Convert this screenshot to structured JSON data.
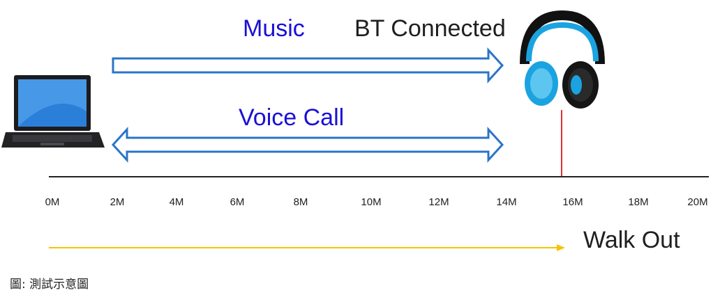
{
  "labels": {
    "music": "Music",
    "bt_connected": "BT Connected",
    "voice_call": "Voice Call",
    "walk_out": "Walk Out",
    "caption": "圖: 測試示意圖"
  },
  "axis": {
    "ticks": [
      "0M",
      "2M",
      "4M",
      "6M",
      "8M",
      "10M",
      "12M",
      "14M",
      "16M",
      "18M",
      "20M"
    ]
  },
  "colors": {
    "arrow_outline": "#2a74c8",
    "label_blue": "#1a10d6",
    "marker_red": "#e03030",
    "walk_arrow": "#f5c400",
    "axis_line": "#222222"
  },
  "icons": {
    "laptop": "laptop-icon",
    "headphones": "headphones-icon"
  }
}
